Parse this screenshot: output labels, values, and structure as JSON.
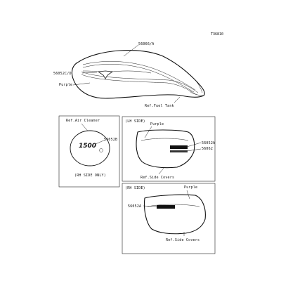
{
  "figure_code": "T36810",
  "tank": {
    "callouts": [
      "56066/A",
      "56052C/D"
    ],
    "color_label": "Purple",
    "ref_label": "Ref.Fuel Tank"
  },
  "air_cleaner": {
    "ref_label": "Ref.Air Cleaner",
    "part_code": "56052B",
    "badge_text": "1500",
    "note": "(RH SIDE ONLY)"
  },
  "lh_side": {
    "title": "(LH SIDE)",
    "color_label": "Purple",
    "callouts": [
      "56052A",
      "56062"
    ],
    "ref_label": "Ref.Side Covers"
  },
  "rh_side": {
    "title": "(RH SIDE)",
    "color_label": "Purple",
    "callout": "56052A",
    "ref_label": "Ref.Side Covers"
  }
}
